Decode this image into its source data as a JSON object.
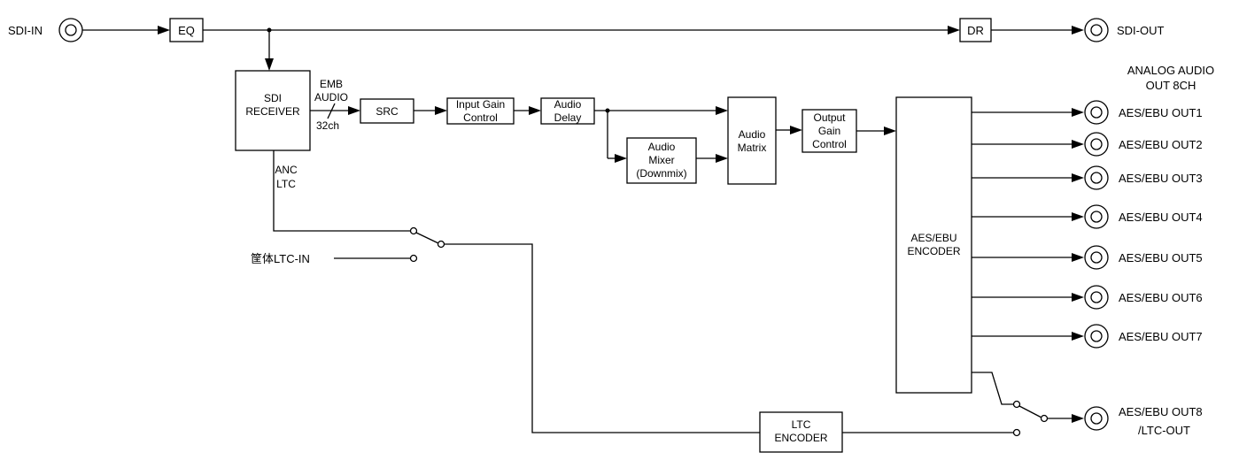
{
  "io": {
    "sdi_in": "SDI-IN",
    "sdi_out": "SDI-OUT",
    "analog_line1": "ANALOG AUDIO",
    "analog_line2": "OUT 8CH",
    "ltc_in": "筐体LTC-IN",
    "aes_outputs": [
      "AES/EBU OUT1",
      "AES/EBU OUT2",
      "AES/EBU OUT3",
      "AES/EBU OUT4",
      "AES/EBU OUT5",
      "AES/EBU OUT6",
      "AES/EBU OUT7"
    ],
    "out8_line1": "AES/EBU OUT8",
    "out8_line2": "/LTC-OUT"
  },
  "blocks": {
    "eq": "EQ",
    "dr": "DR",
    "sdi_receiver": [
      "SDI",
      "RECEIVER"
    ],
    "src": "SRC",
    "input_gain": [
      "Input Gain",
      "Control"
    ],
    "audio_delay": [
      "Audio",
      "Delay"
    ],
    "audio_mixer": [
      "Audio",
      "Mixer",
      "(Downmix)"
    ],
    "audio_matrix": [
      "Audio",
      "Matrix"
    ],
    "output_gain": [
      "Output",
      "Gain",
      "Control"
    ],
    "aes_encoder": [
      "AES/EBU",
      "ENCODER"
    ],
    "ltc_encoder": [
      "LTC",
      "ENCODER"
    ]
  },
  "annotations": {
    "emb": [
      "EMB",
      "AUDIO"
    ],
    "ch": "32ch",
    "anc": [
      "ANC",
      "LTC"
    ]
  }
}
